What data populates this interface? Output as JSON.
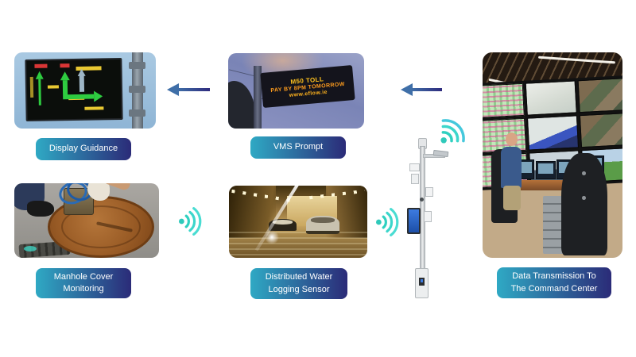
{
  "labels": {
    "display_guidance": "Display Guidance",
    "vms_prompt": "VMS Prompt",
    "manhole_line1": "Manhole Cover",
    "manhole_line2": "Monitoring",
    "water_line1": "Distributed Water",
    "water_line2": "Logging Sensor",
    "command_line1": "Data Transmission To",
    "command_line2": "The Command Center"
  },
  "vms_sign": {
    "line1": "M50 TOLL",
    "line2": "PAY BY 8PM TOMORROW",
    "line3": "www.eflow.ie"
  },
  "icons": {
    "wifi_manhole": "wifi-signal-icon",
    "wifi_tunnel": "wifi-signal-icon",
    "wifi_pole_top": "wifi-signal-icon",
    "arrow_vms_to_display": "left-arrow-icon",
    "arrow_center_to_vms": "left-arrow-icon"
  },
  "colors": {
    "background": "#ffffff",
    "label_gradient_start": "#2fa9c4",
    "label_gradient_end": "#2b2b78",
    "wifi_teal": "#2fd0c0",
    "arrow_blue": "#3f6fa8",
    "arrow_indigo": "#2f2c7e",
    "vms_text_amber": "#ff9d1e"
  }
}
